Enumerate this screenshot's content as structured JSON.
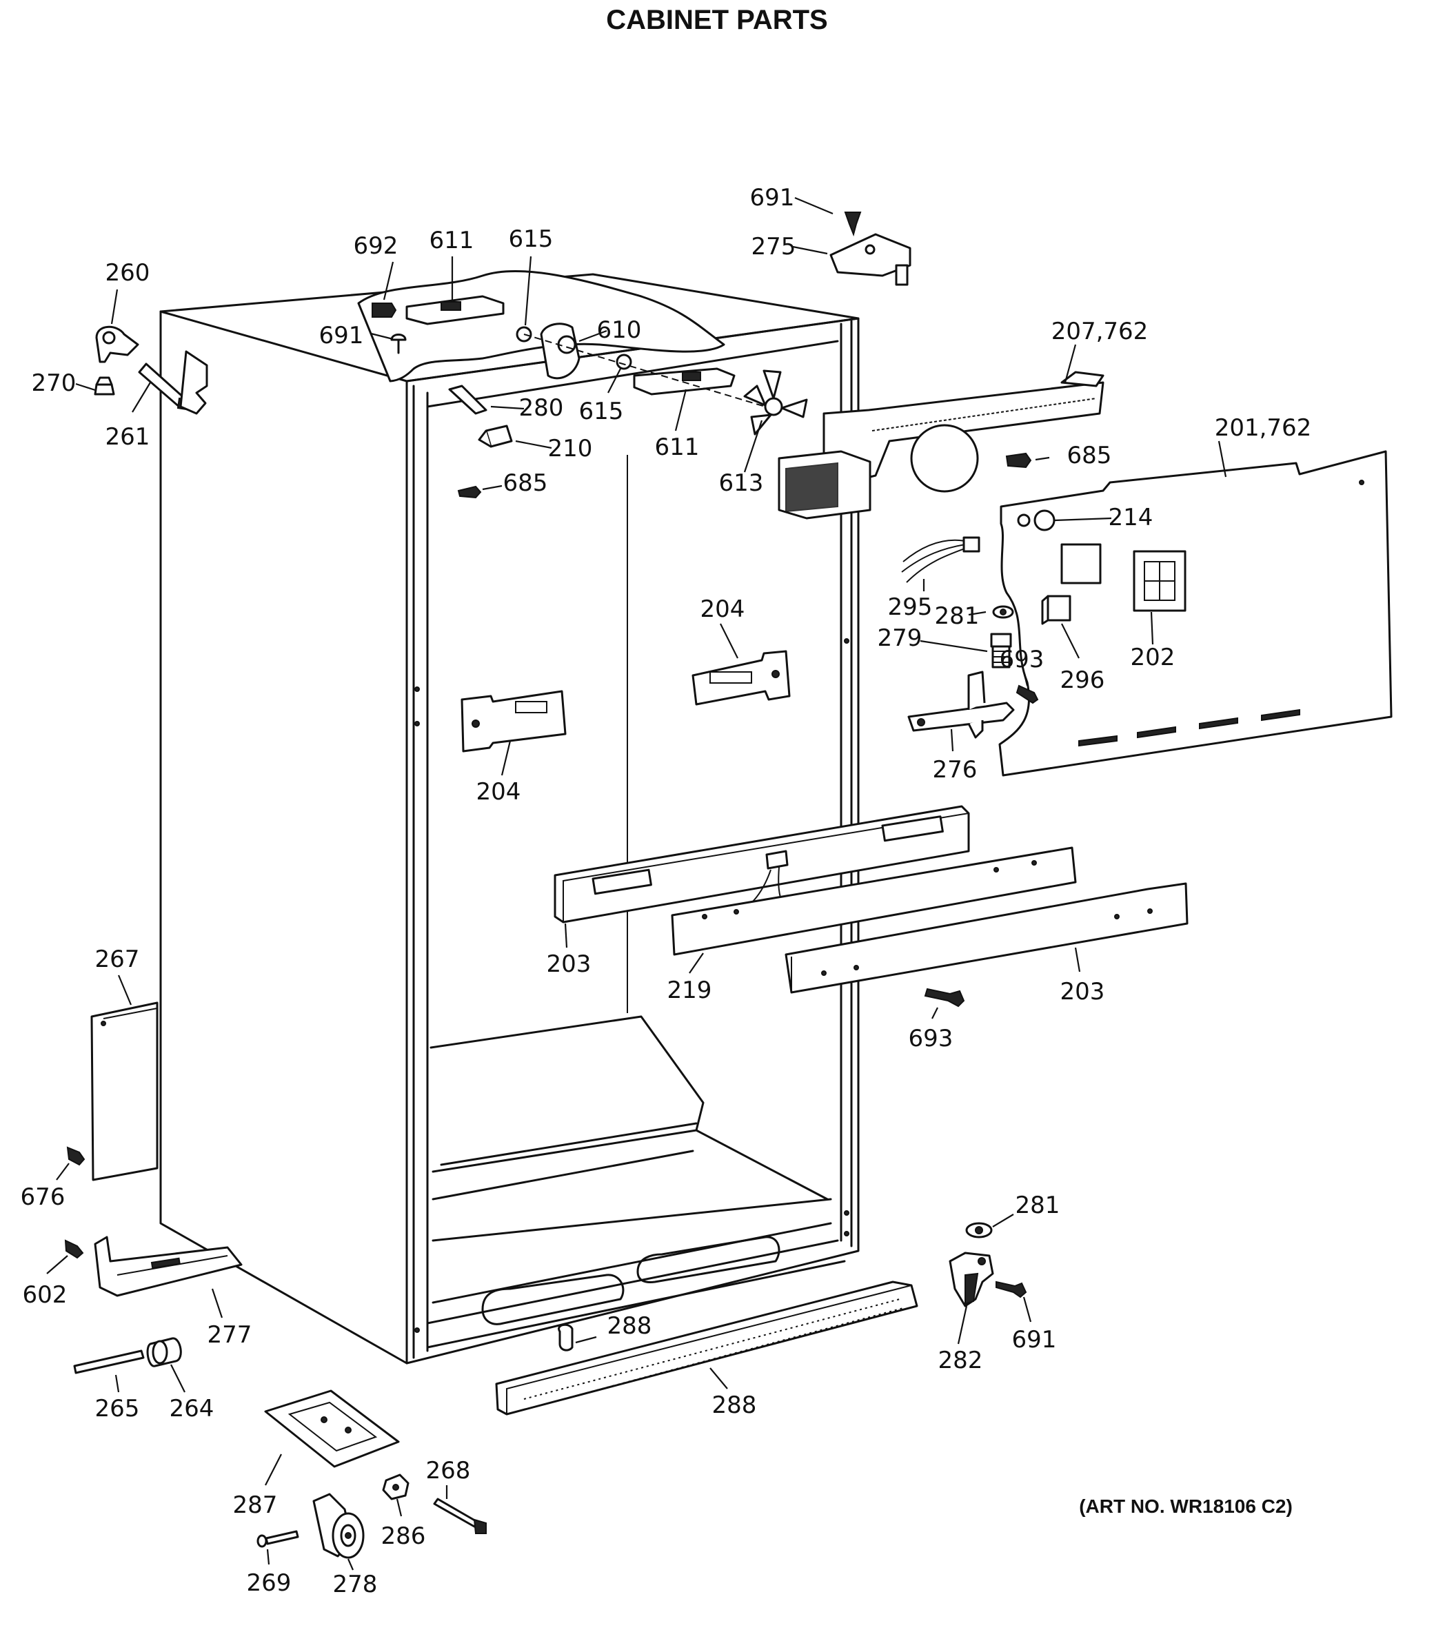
{
  "title": "CABINET PARTS",
  "art_number": "(ART NO. WR18106 C2)",
  "callouts": {
    "c691_top": "691",
    "c275": "275",
    "c692": "692",
    "c611_top": "611",
    "c615_top": "615",
    "c610": "610",
    "c615_mid": "615",
    "c611_mid": "611",
    "c613": "613",
    "c207_762": "207,762",
    "c201_762": "201,762",
    "c685_right": "685",
    "c214": "214",
    "c295": "295",
    "c281_mid": "281",
    "c279": "279",
    "c693_mid": "693",
    "c296": "296",
    "c202": "202",
    "c276": "276",
    "c260": "260",
    "c270": "270",
    "c261": "261",
    "c691_mid": "691",
    "c280": "280",
    "c210": "210",
    "c685_left": "685",
    "c204_right": "204",
    "c204_left": "204",
    "c203_left": "203",
    "c219": "219",
    "c203_right": "203",
    "c693_low": "693",
    "c267": "267",
    "c676": "676",
    "c602": "602",
    "c277": "277",
    "c265": "265",
    "c264": "264",
    "c288_small": "288",
    "c288_grille": "288",
    "c281_low": "281",
    "c282": "282",
    "c691_low": "691",
    "c287": "287",
    "c268": "268",
    "c286": "286",
    "c269": "269",
    "c278": "278"
  }
}
